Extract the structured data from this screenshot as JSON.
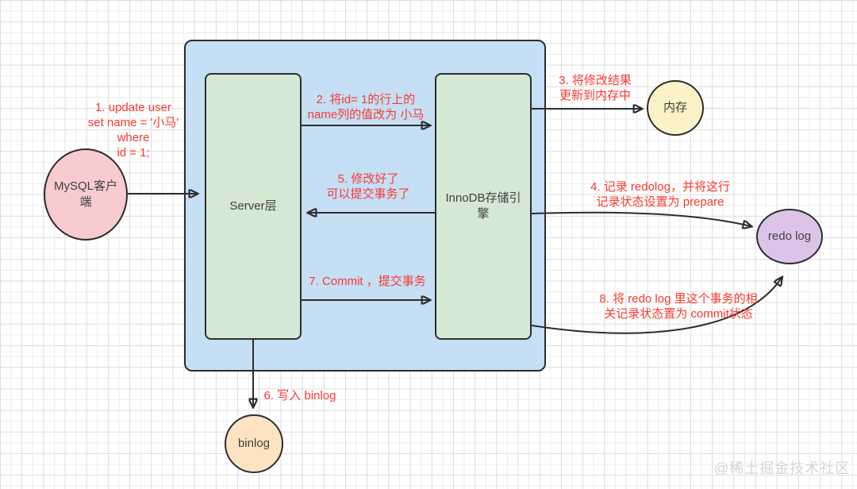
{
  "nodes": {
    "client": {
      "label": "MySQL客户\n端",
      "fill": "#f8cbce"
    },
    "server": {
      "label": "Server层",
      "fill": "#d5e8d4"
    },
    "innodb": {
      "label": "InnoDB存储引\n擎",
      "fill": "#d5e8d4"
    },
    "memory": {
      "label": "内存",
      "fill": "#fcf2c7"
    },
    "redolog": {
      "label": "redo log",
      "fill": "#dcc3e8"
    },
    "binlog": {
      "label": "binlog",
      "fill": "#fce3c2"
    }
  },
  "annotations": {
    "step1": "1. update user\nset name = '小马'\nwhere\nid = 1;",
    "step2": "2. 将id= 1的行上的\nname列的值改为 小马",
    "step3": "3. 将修改结果\n更新到内存中",
    "step4": "4. 记录 redolog，并将这行\n记录状态设置为 prepare",
    "step5": "5. 修改好了\n可以提交事务了",
    "step6": "6. 写入 binlog",
    "step7": "7. Commit ，提交事务",
    "step8": "8. 将 redo log 里这个事务的相\n关记录状态置为 commit状态"
  },
  "edges": [
    {
      "from": "client",
      "to": "server",
      "step": "step1"
    },
    {
      "from": "server",
      "to": "innodb",
      "step": "step2"
    },
    {
      "from": "innodb",
      "to": "memory",
      "step": "step3"
    },
    {
      "from": "innodb",
      "to": "redolog",
      "step": "step4"
    },
    {
      "from": "innodb",
      "to": "server",
      "step": "step5"
    },
    {
      "from": "server",
      "to": "binlog",
      "step": "step6"
    },
    {
      "from": "server",
      "to": "innodb",
      "step": "step7"
    },
    {
      "from": "innodb",
      "to": "redolog",
      "step": "step8"
    }
  ],
  "watermark": "@稀土掘金技术社区",
  "colors": {
    "annotation_red": "#f93a31",
    "stroke": "#2d2d2d",
    "container_blue": "#c5dff5",
    "grid_line": "#e5e5e5"
  }
}
